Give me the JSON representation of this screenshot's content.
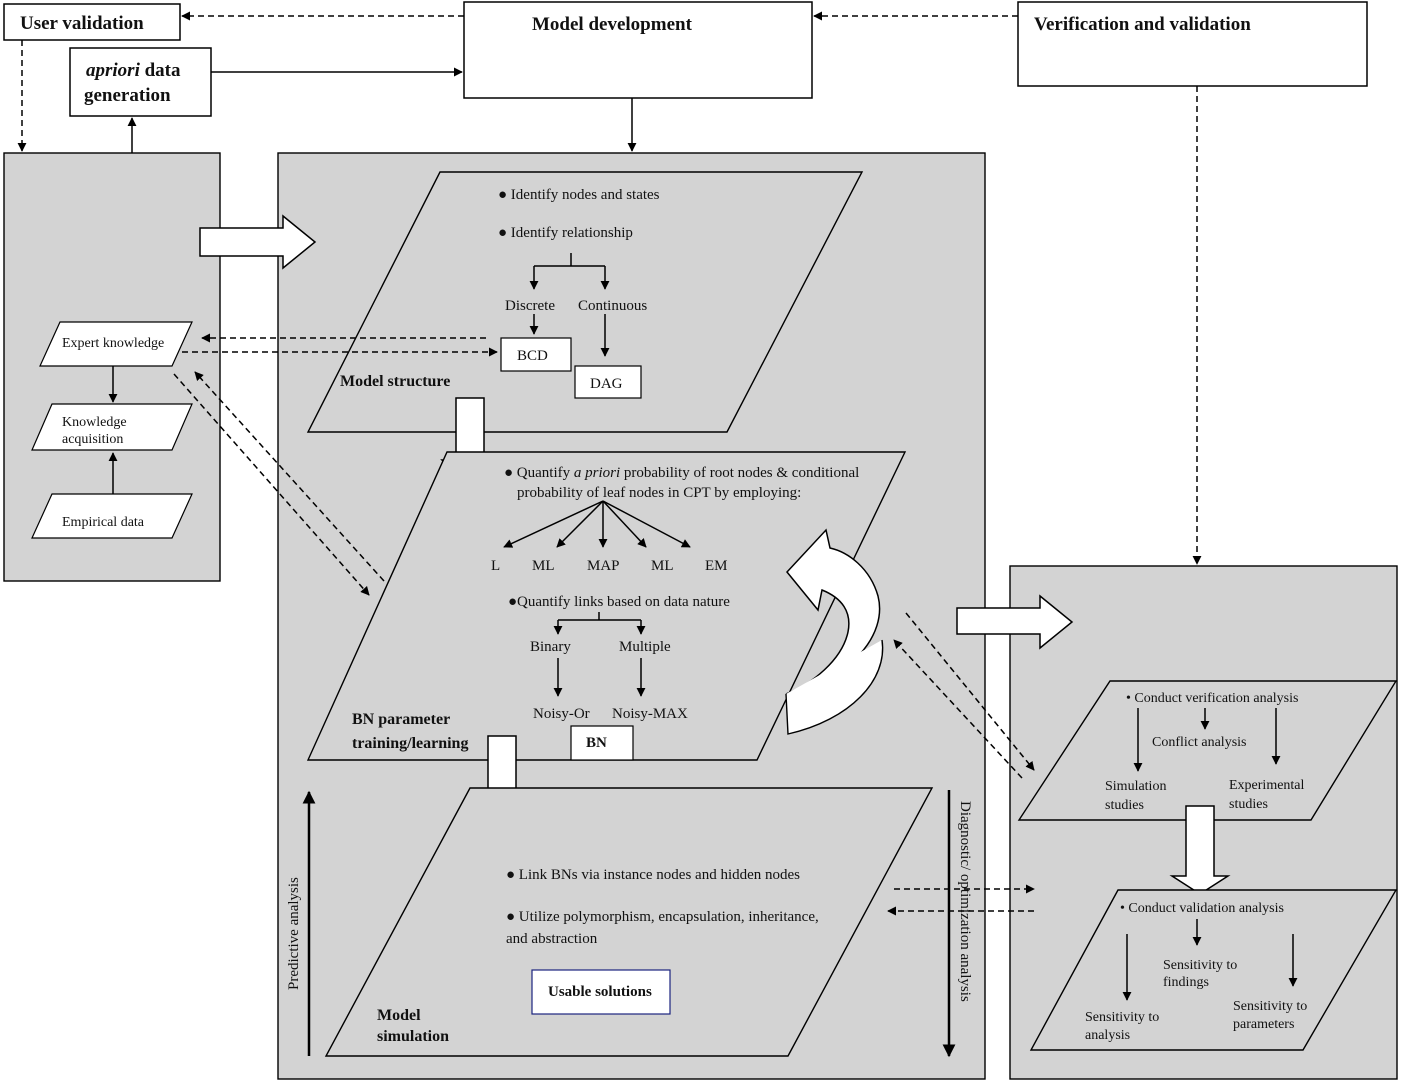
{
  "header": {
    "user_validation": "User validation",
    "apriori_italic": "apriori",
    "apriori_rest": " data",
    "apriori_line2": "generation",
    "model_development": "Model development",
    "verification": "Verification and validation"
  },
  "left_panel": {
    "expert_knowledge": "Expert knowledge",
    "knowledge_acq_1": "Knowledge",
    "knowledge_acq_2": "acquisition",
    "empirical_data": "Empirical data"
  },
  "model_structure": {
    "bullet1": "● Identify nodes and states",
    "bullet2": "● Identify relationship",
    "discrete": "Discrete",
    "continuous": "Continuous",
    "bcd": "BCD",
    "dag": "DAG",
    "title": "Model structure"
  },
  "bn_param": {
    "line1_a": "● Quantify ",
    "line1_italic": "a priori",
    "line1_b": " probability of root nodes & conditional",
    "line2": "probability of leaf nodes in CPT by employing:",
    "methods": [
      "L",
      "ML",
      "MAP",
      "ML",
      "EM"
    ],
    "bullet2": "●Quantify links based on data nature",
    "binary": "Binary",
    "multiple": "Multiple",
    "noisy_or": "Noisy-Or",
    "noisy_max": "Noisy-MAX",
    "bn": "BN",
    "title_1": "BN parameter",
    "title_2": "training/learning"
  },
  "model_simulation": {
    "bullet1": "● Link BNs via instance nodes and hidden nodes",
    "bullet2": "● Utilize polymorphism, encapsulation, inheritance,",
    "bullet2_cont": "and abstraction",
    "usable": "Usable solutions",
    "title_1": "Model",
    "title_2": "simulation",
    "predictive": "Predictive analysis",
    "diagnostic": "Diagnostic/ optimization analysis"
  },
  "verification_panel": {
    "verif_bullet": "• Conduct verification analysis",
    "conflict": "Conflict analysis",
    "sim_1": "Simulation",
    "sim_2": "studies",
    "exp_1": "Experimental",
    "exp_2": "studies",
    "valid_bullet": "• Conduct validation analysis",
    "sens_findings_1": "Sensitivity to",
    "sens_findings_2": "findings",
    "sens_analysis_1": "Sensitivity to",
    "sens_analysis_2": "analysis",
    "sens_params_1": "Sensitivity to",
    "sens_params_2": "parameters"
  }
}
